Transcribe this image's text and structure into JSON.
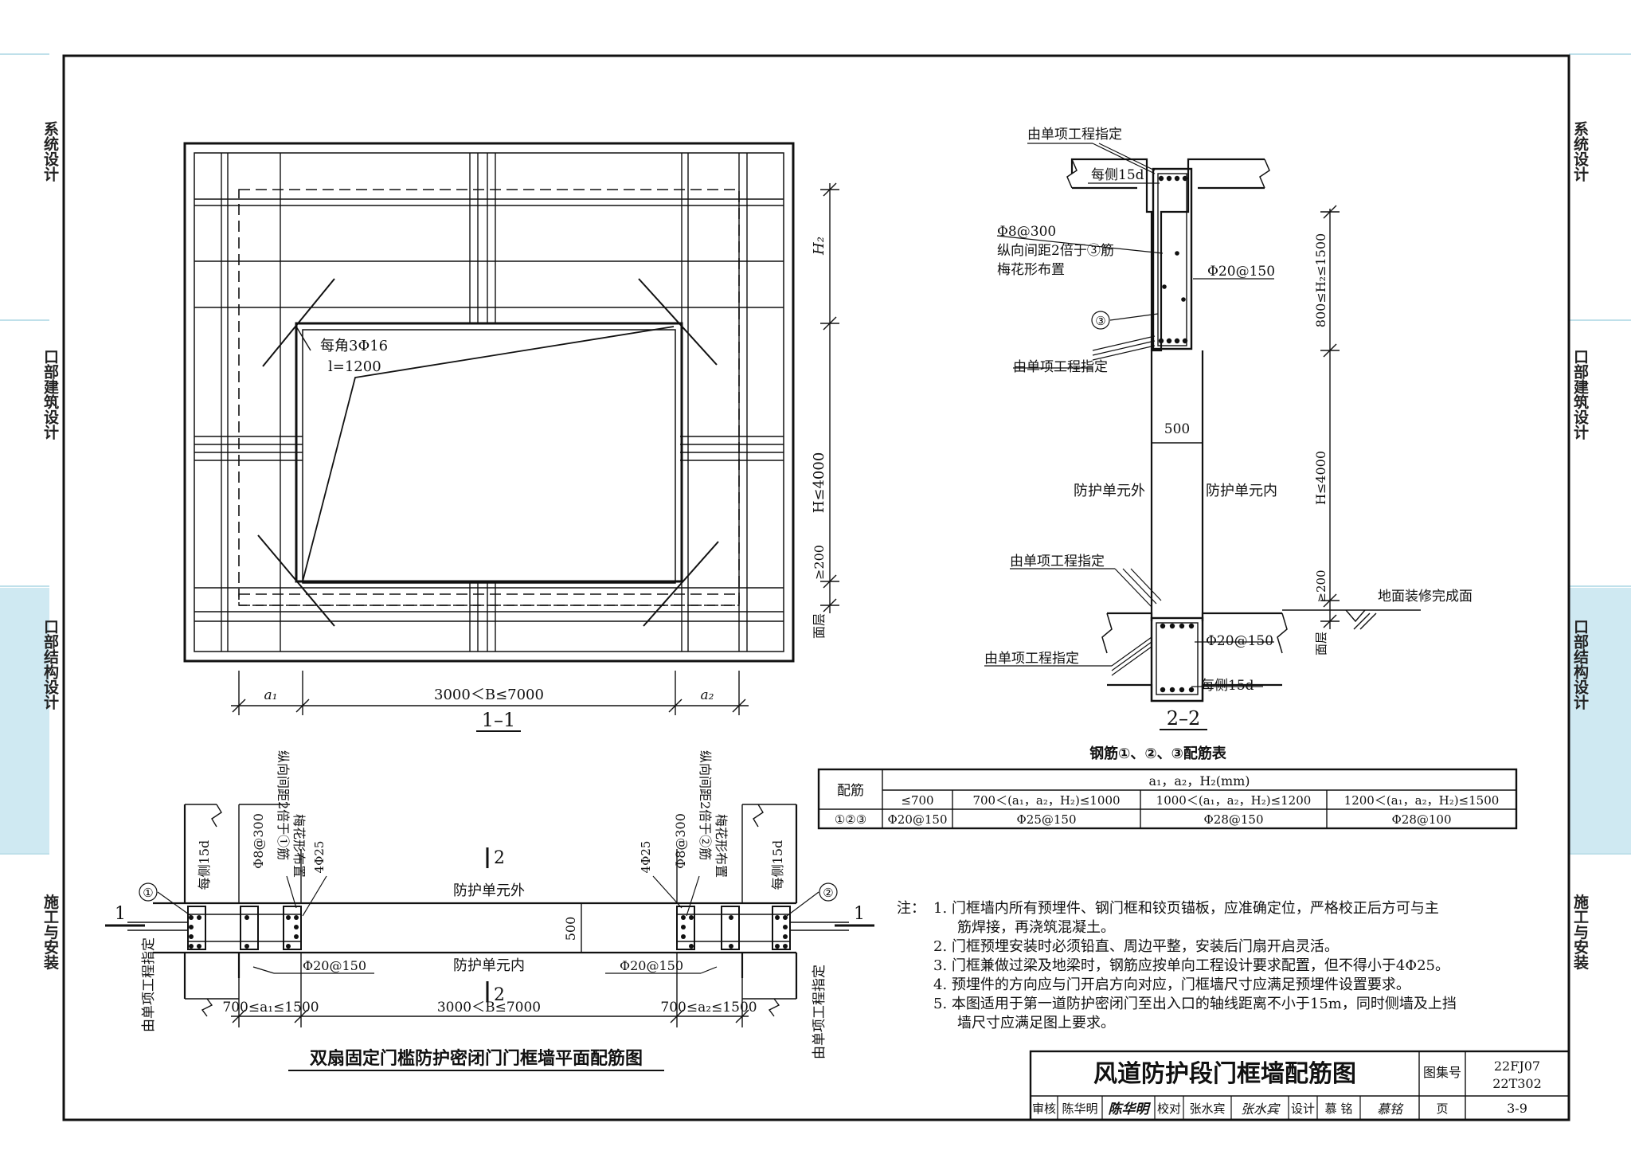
{
  "side_tabs": {
    "t1": "系统设计",
    "t2": "口部建筑设计",
    "t3": "口部结构设计",
    "t4": "施工与安装"
  },
  "section_1_1": {
    "corner_bars": "每角3Φ16",
    "bar_length": "l=1200",
    "dim_h2": "H₂",
    "dim_h": "H≤4000",
    "dim_200": "≥200",
    "face_level": "面层",
    "dim_a1": "a₁",
    "dim_b": "3000＜B≤7000",
    "dim_a2": "a₂",
    "caption": "1–1"
  },
  "section_2_2": {
    "spec_top": "由单项工程指定",
    "each_side_top": "每侧15d",
    "stirrup": "Φ8@300",
    "stirrup_note1": "纵向间距2倍于③筋",
    "stirrup_note2": "梅花形布置",
    "bar_20": "Φ20@150",
    "circle_3": "③",
    "spec_mid": "由单项工程指定",
    "dim_h2_range": "800≤H₂≤1500",
    "width_500": "500",
    "outside": "防护单元外",
    "inside": "防护单元内",
    "dim_h": "H≤4000",
    "spec_low": "由单项工程指定",
    "dim_200": "≥200",
    "floor_finish": "地面装修完成面",
    "face_level": "面层",
    "bar_20_low": "Φ20@150",
    "spec_bottom": "由单项工程指定",
    "each_side_bottom": "每侧15d",
    "caption": "2–2"
  },
  "rebar_table": {
    "title": "钢筋①、②、③配筋表",
    "col_header": "配筋",
    "group_header": "a₁，a₂，H₂(mm)",
    "ranges": [
      "≤700",
      "700＜(a₁，a₂，H₂)≤1000",
      "1000＜(a₁，a₂，H₂)≤1200",
      "1200＜(a₁，a₂，H₂)≤1500"
    ],
    "row_label": "①②③",
    "values": [
      "Φ20@150",
      "Φ25@150",
      "Φ28@150",
      "Φ28@100"
    ]
  },
  "plan_view": {
    "left_note1": "纵向间距2倍于①筋",
    "left_note2": "梅花形布置",
    "stirrup": "Φ8@300",
    "bars_4_25": "4Φ25",
    "each_side": "每侧15d",
    "circle_1": "①",
    "circle_2": "②",
    "right_note1": "纵向间距2倍于②筋",
    "right_note2": "梅花形布置",
    "section_mark": "1",
    "section_mark_2": "2",
    "outside": "防护单元外",
    "inside": "防护单元内",
    "width_500": "500",
    "bar_20": "Φ20@150",
    "spec": "由单项工程指定",
    "dim_a1": "700≤a₁≤1500",
    "dim_b": "3000＜B≤7000",
    "dim_a2": "700≤a₂≤1500",
    "caption": "双扇固定门槛防护密闭门门框墙平面配筋图"
  },
  "notes": {
    "lead": "注：",
    "items": [
      "1. 门框墙内所有预埋件、钢门框和铰页锚板，应准确定位，严格校正后方可与主",
      "筋焊接，再浇筑混凝土。",
      "2. 门框预埋安装时必须铅直、周边平整，安装后门扇开启灵活。",
      "3. 门框兼做过梁及地梁时，钢筋应按单向工程设计要求配置，但不得小于4Φ25。",
      "4. 预埋件的方向应与门开启方向对应，门框墙尺寸应满足预埋件设置要求。",
      "5. 本图适用于第一道防护密闭门至出入口的轴线距离不小于15m，同时侧墙及上挡",
      "墙尺寸应满足图上要求。"
    ]
  },
  "title_block": {
    "title": "风道防护段门框墙配筋图",
    "atlas_label": "图集号",
    "atlas_1": "22FJ07",
    "atlas_2": "22T302",
    "review": "审核",
    "reviewer": "陈华明",
    "reviewer_sig": "陈华明",
    "check": "校对",
    "checker": "张水宾",
    "checker_sig": "张水宾",
    "design": "设计",
    "designer": "慕 铭",
    "designer_sig": "慕铭",
    "page_label": "页",
    "page": "3-9"
  },
  "colors": {
    "ink": "#111111",
    "tab": "#cfe9f2",
    "line": "#bfe0ea"
  }
}
